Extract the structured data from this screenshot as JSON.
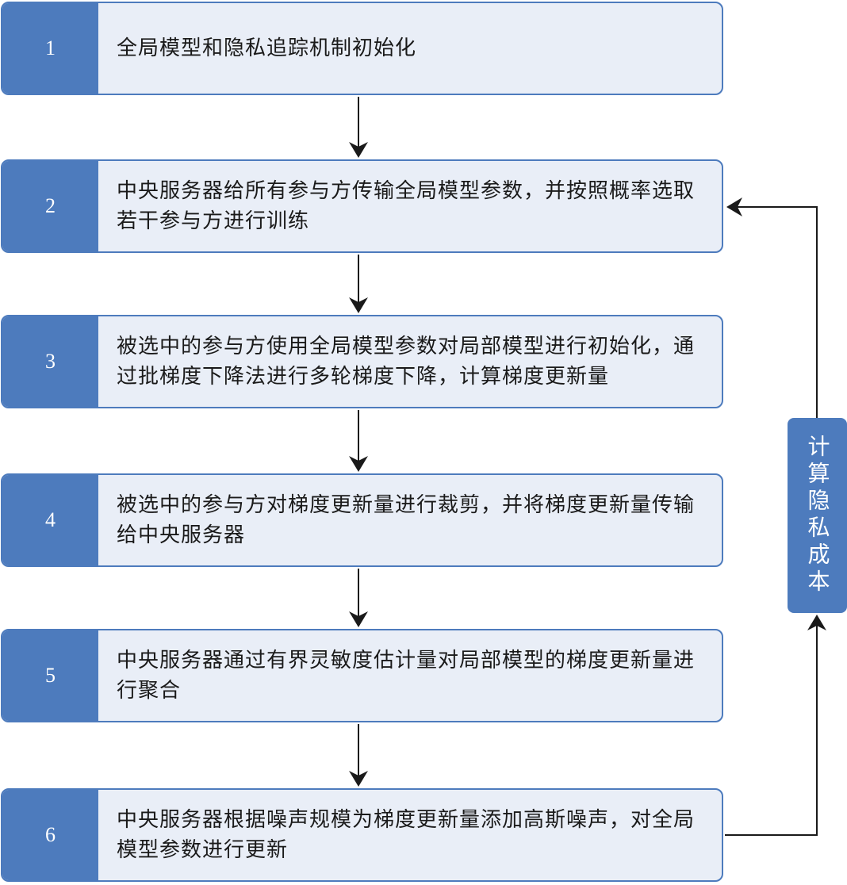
{
  "steps": [
    {
      "number": "1",
      "text": "全局模型和隐私追踪机制初始化"
    },
    {
      "number": "2",
      "text": "中央服务器给所有参与方传输全局模型参数，并按照概率选取若干参与方进行训练"
    },
    {
      "number": "3",
      "text": "被选中的参与方使用全局模型参数对局部模型进行初始化，通过批梯度下降法进行多轮梯度下降，计算梯度更新量"
    },
    {
      "number": "4",
      "text": "被选中的参与方对梯度更新量进行裁剪，并将梯度更新量传输给中央服务器"
    },
    {
      "number": "5",
      "text": "中央服务器通过有界灵敏度估计量对局部模型的梯度更新量进行聚合"
    },
    {
      "number": "6",
      "text": "中央服务器根据噪声规模为梯度更新量添加高斯噪声，对全局模型参数进行更新"
    }
  ],
  "loop_label": "计算隐私成本",
  "colors": {
    "accent": "#4d7bbd",
    "box_fill": "#e9eef7"
  }
}
